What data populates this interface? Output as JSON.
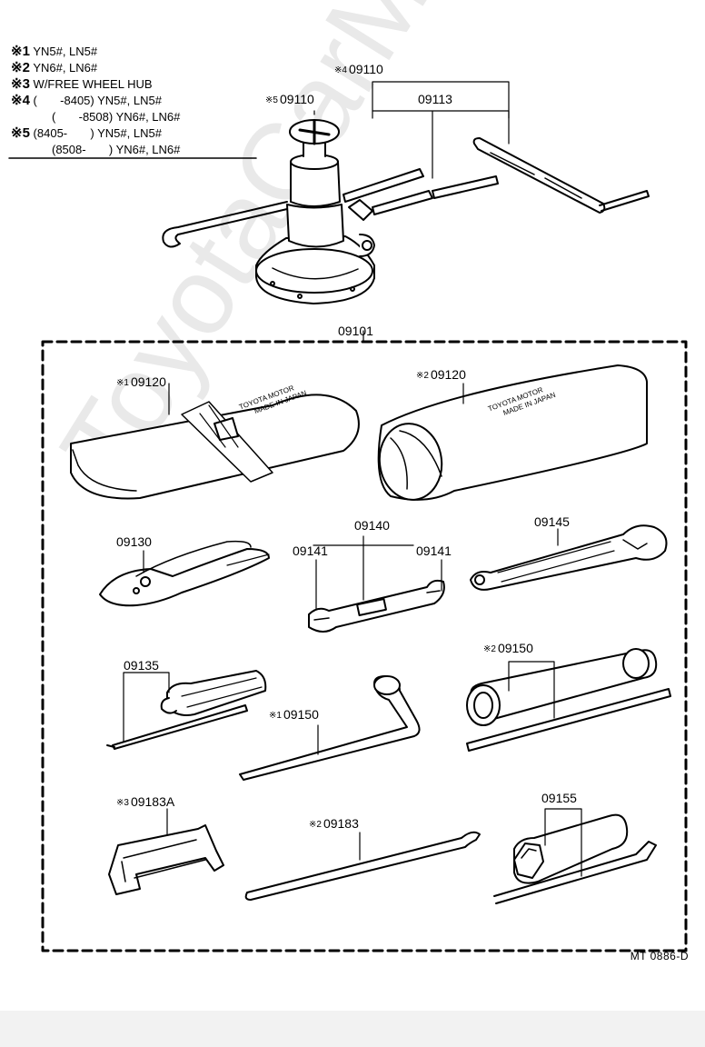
{
  "notes": [
    {
      "mark": "※1",
      "text": "YN5#, LN5#"
    },
    {
      "mark": "※2",
      "text": "YN6#, LN6#"
    },
    {
      "mark": "※3",
      "text": "W/FREE WHEEL HUB"
    },
    {
      "mark": "※4",
      "text": "(       -8405) YN5#, LN5#"
    },
    {
      "mark": "",
      "text": "(       -8508) YN6#, LN6#"
    },
    {
      "mark": "※5",
      "text": "(8405-       ) YN5#, LN5#"
    },
    {
      "mark": "",
      "text": "(8508-       ) YN6#, LN6#"
    }
  ],
  "parts": {
    "jack_4": {
      "ref": "※4",
      "number": "09110"
    },
    "jack_5": {
      "ref": "※5",
      "number": "09110"
    },
    "handle": {
      "ref": "",
      "number": "09113"
    },
    "kit": {
      "ref": "",
      "number": "09101"
    },
    "bag_1": {
      "ref": "※1",
      "number": "09120"
    },
    "bag_2": {
      "ref": "※2",
      "number": "09120"
    },
    "pliers": {
      "ref": "",
      "number": "09130"
    },
    "wrench_set": {
      "ref": "",
      "number": "09140"
    },
    "wrench_left": {
      "ref": "",
      "number": "09141"
    },
    "wrench_right": {
      "ref": "",
      "number": "09141"
    },
    "adjustable_wrench": {
      "ref": "",
      "number": "09145"
    },
    "screwdriver": {
      "ref": "",
      "number": "09135"
    },
    "lug_wrench_1": {
      "ref": "※1",
      "number": "09150"
    },
    "lug_wrench_2": {
      "ref": "※2",
      "number": "09150"
    },
    "hub_tool": {
      "ref": "※3",
      "number": "09183A"
    },
    "tire_bar": {
      "ref": "※2",
      "number": "09183"
    },
    "plug_wrench": {
      "ref": "",
      "number": "09155"
    }
  },
  "bag_print": {
    "brand": "TOYOTA MOTOR",
    "origin": "MADE IN JAPAN"
  },
  "watermark": "ToyotaCarMine.ru",
  "diagram_ref": "MT 0886-D"
}
